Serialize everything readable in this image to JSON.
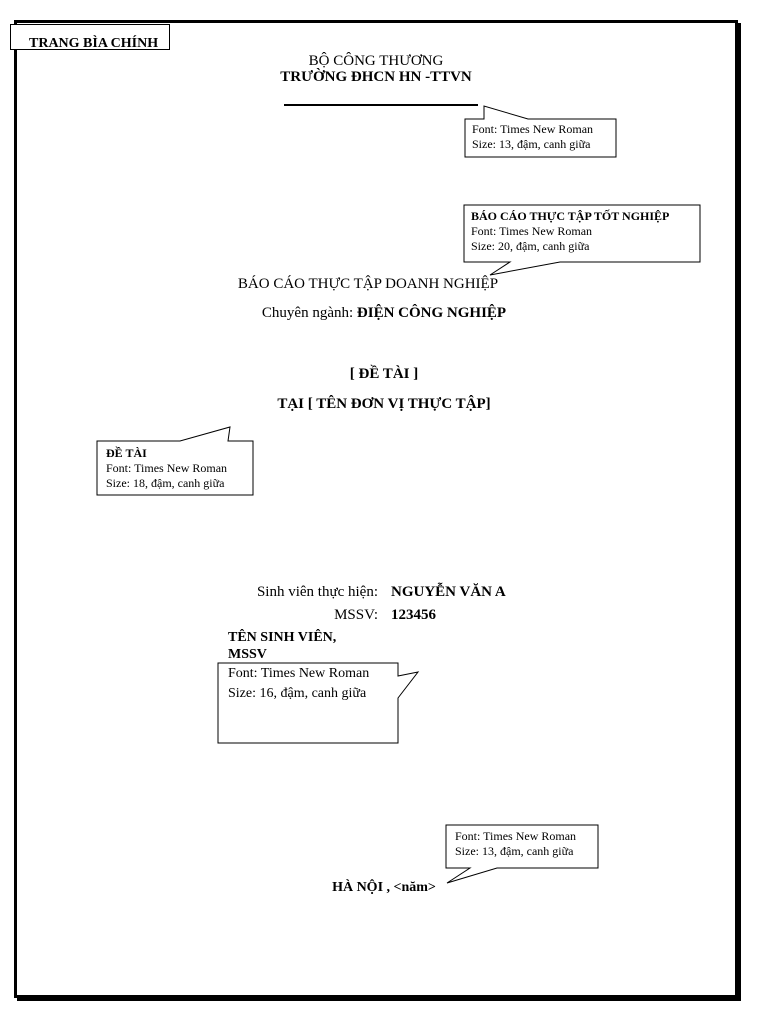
{
  "cover_tag": "TRANG BÌA CHÍNH",
  "header": {
    "ministry": "BỘ CÔNG THƯƠNG",
    "school": "TRƯỜNG ĐHCN HN -TTVN"
  },
  "report_type": "BÁO CÁO THỰC TẬP DOANH NGHIỆP",
  "major": {
    "label": "Chuyên ngành:",
    "value": "ĐIỆN CÔNG NGHIỆP"
  },
  "topic": "[ ĐỀ TÀI ]",
  "company": "TẠI [ TÊN ĐƠN VỊ THỰC TẬP]",
  "student": {
    "name_label": "Sinh viên thực hiện:",
    "name_value": "NGUYỄN VĂN A",
    "id_label": "MSSV:",
    "id_value": "123456"
  },
  "place_year": "HÀ NỘI , <năm>",
  "callouts": {
    "school": {
      "line1": "Font: Times New Roman",
      "line2": "Size: 13, đậm, canh giữa"
    },
    "report": {
      "title": "BÁO CÁO THỰC TẬP TỐT NGHIỆP",
      "line1": "Font: Times New Roman",
      "line2": "Size: 20, đậm, canh giữa"
    },
    "topic": {
      "title": "ĐỀ TÀI",
      "line1": "Font: Times New Roman",
      "line2": "Size: 18, đậm, canh giữa"
    },
    "student": {
      "title": "TÊN SINH VIÊN, MSSV",
      "body": "Font: Times New Roman Size: 16, đậm, canh giữa"
    },
    "place": {
      "line1": "Font: Times New Roman",
      "line2": "Size: 13, đậm, canh giữa"
    }
  }
}
